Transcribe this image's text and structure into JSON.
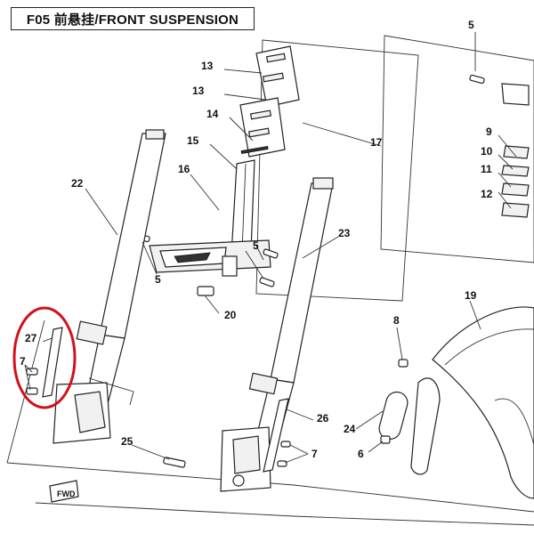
{
  "diagram": {
    "title": "F05 前悬挂/FRONT SUSPENSION",
    "fwd_label": "FWD",
    "highlight_color": "#d0121b",
    "callouts": [
      "5",
      "5",
      "5",
      "6",
      "7",
      "7",
      "8",
      "9",
      "10",
      "11",
      "12",
      "13",
      "13",
      "14",
      "15",
      "16",
      "17",
      "19",
      "20",
      "22",
      "23",
      "24",
      "25",
      "26",
      "27"
    ]
  }
}
